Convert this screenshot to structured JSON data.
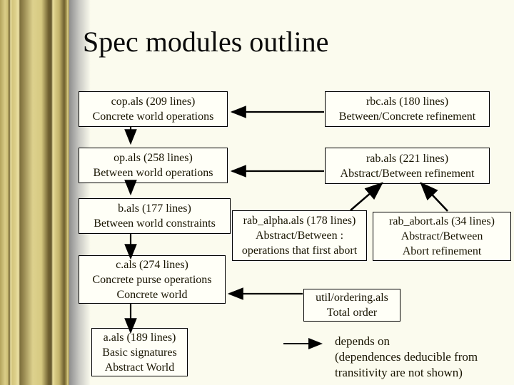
{
  "slide": {
    "title": "Spec modules outline"
  },
  "diagram": {
    "nodes": {
      "cop": {
        "lines": [
          "cop.als (209 lines)",
          "Concrete world operations"
        ]
      },
      "rbc": {
        "lines": [
          "rbc.als (180 lines)",
          "Between/Concrete refinement"
        ]
      },
      "op": {
        "lines": [
          "op.als (258 lines)",
          "Between world operations"
        ]
      },
      "rab": {
        "lines": [
          "rab.als (221 lines)",
          "Abstract/Between refinement"
        ]
      },
      "b": {
        "lines": [
          "b.als (177 lines)",
          "Between world constraints"
        ]
      },
      "rab_alpha": {
        "lines": [
          "rab_alpha.als (178 lines)",
          "Abstract/Between :",
          "operations that first abort"
        ]
      },
      "rab_abort": {
        "lines": [
          "rab_abort.als (34 lines)",
          "Abstract/Between",
          "Abort refinement"
        ]
      },
      "c": {
        "lines": [
          "c.als (274 lines)",
          "Concrete purse operations",
          "Concrete world"
        ]
      },
      "util": {
        "lines": [
          "util/ordering.als",
          "Total order"
        ]
      },
      "a": {
        "lines": [
          "a.als (189 lines)",
          "Basic signatures",
          "Abstract World"
        ]
      }
    },
    "legend": {
      "label": "depends on",
      "note_line1": "(dependences deducible from",
      "note_line2": "transitivity are not shown)"
    },
    "colors": {
      "line": "#000000",
      "box_border": "#000000",
      "box_fill": "#fffff7",
      "border_gold_light": "#ddd18d",
      "border_gold_dark": "#6e5f2f"
    }
  }
}
